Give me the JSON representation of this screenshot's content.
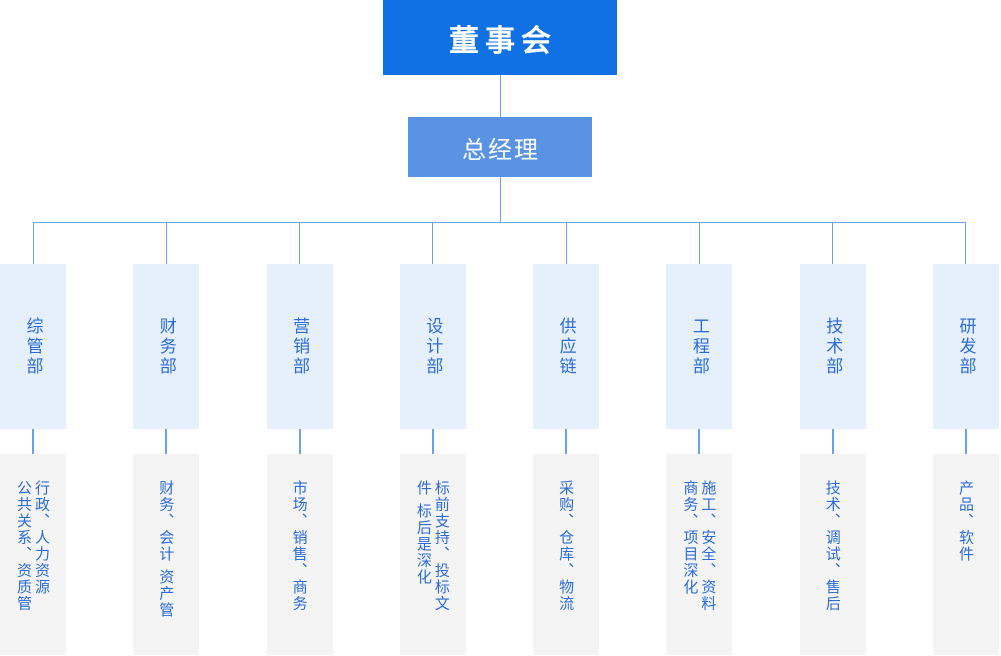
{
  "colors": {
    "primary": "#1071e4",
    "secondary": "#5a92e4",
    "dept_fill": "#e6effc",
    "detail_fill": "#f4f4f4",
    "text": "#2b6cd6",
    "line": "#6ea2e8",
    "node_text": "#ffffff"
  },
  "board": {
    "label": "董事会"
  },
  "general_manager": {
    "label": "总经理"
  },
  "departments": [
    {
      "name": "综管部",
      "lines": [
        "行政、人力资源",
        "公共关系、资质管"
      ]
    },
    {
      "name": "财务部",
      "lines": [
        "财务、会计 资产管"
      ]
    },
    {
      "name": "营销部",
      "lines": [
        "市场、销售、商务"
      ]
    },
    {
      "name": "设计部",
      "lines": [
        "标前支持、投标文",
        "件 标后是深化"
      ]
    },
    {
      "name": "供应链",
      "lines": [
        "采购、仓库、物流"
      ]
    },
    {
      "name": "工程部",
      "lines": [
        "施工、安全、资料",
        "商务、项目深化"
      ]
    },
    {
      "name": "技术部",
      "lines": [
        "技术、调试、售后"
      ]
    },
    {
      "name": "研发部",
      "lines": [
        "产品、软件"
      ]
    }
  ]
}
